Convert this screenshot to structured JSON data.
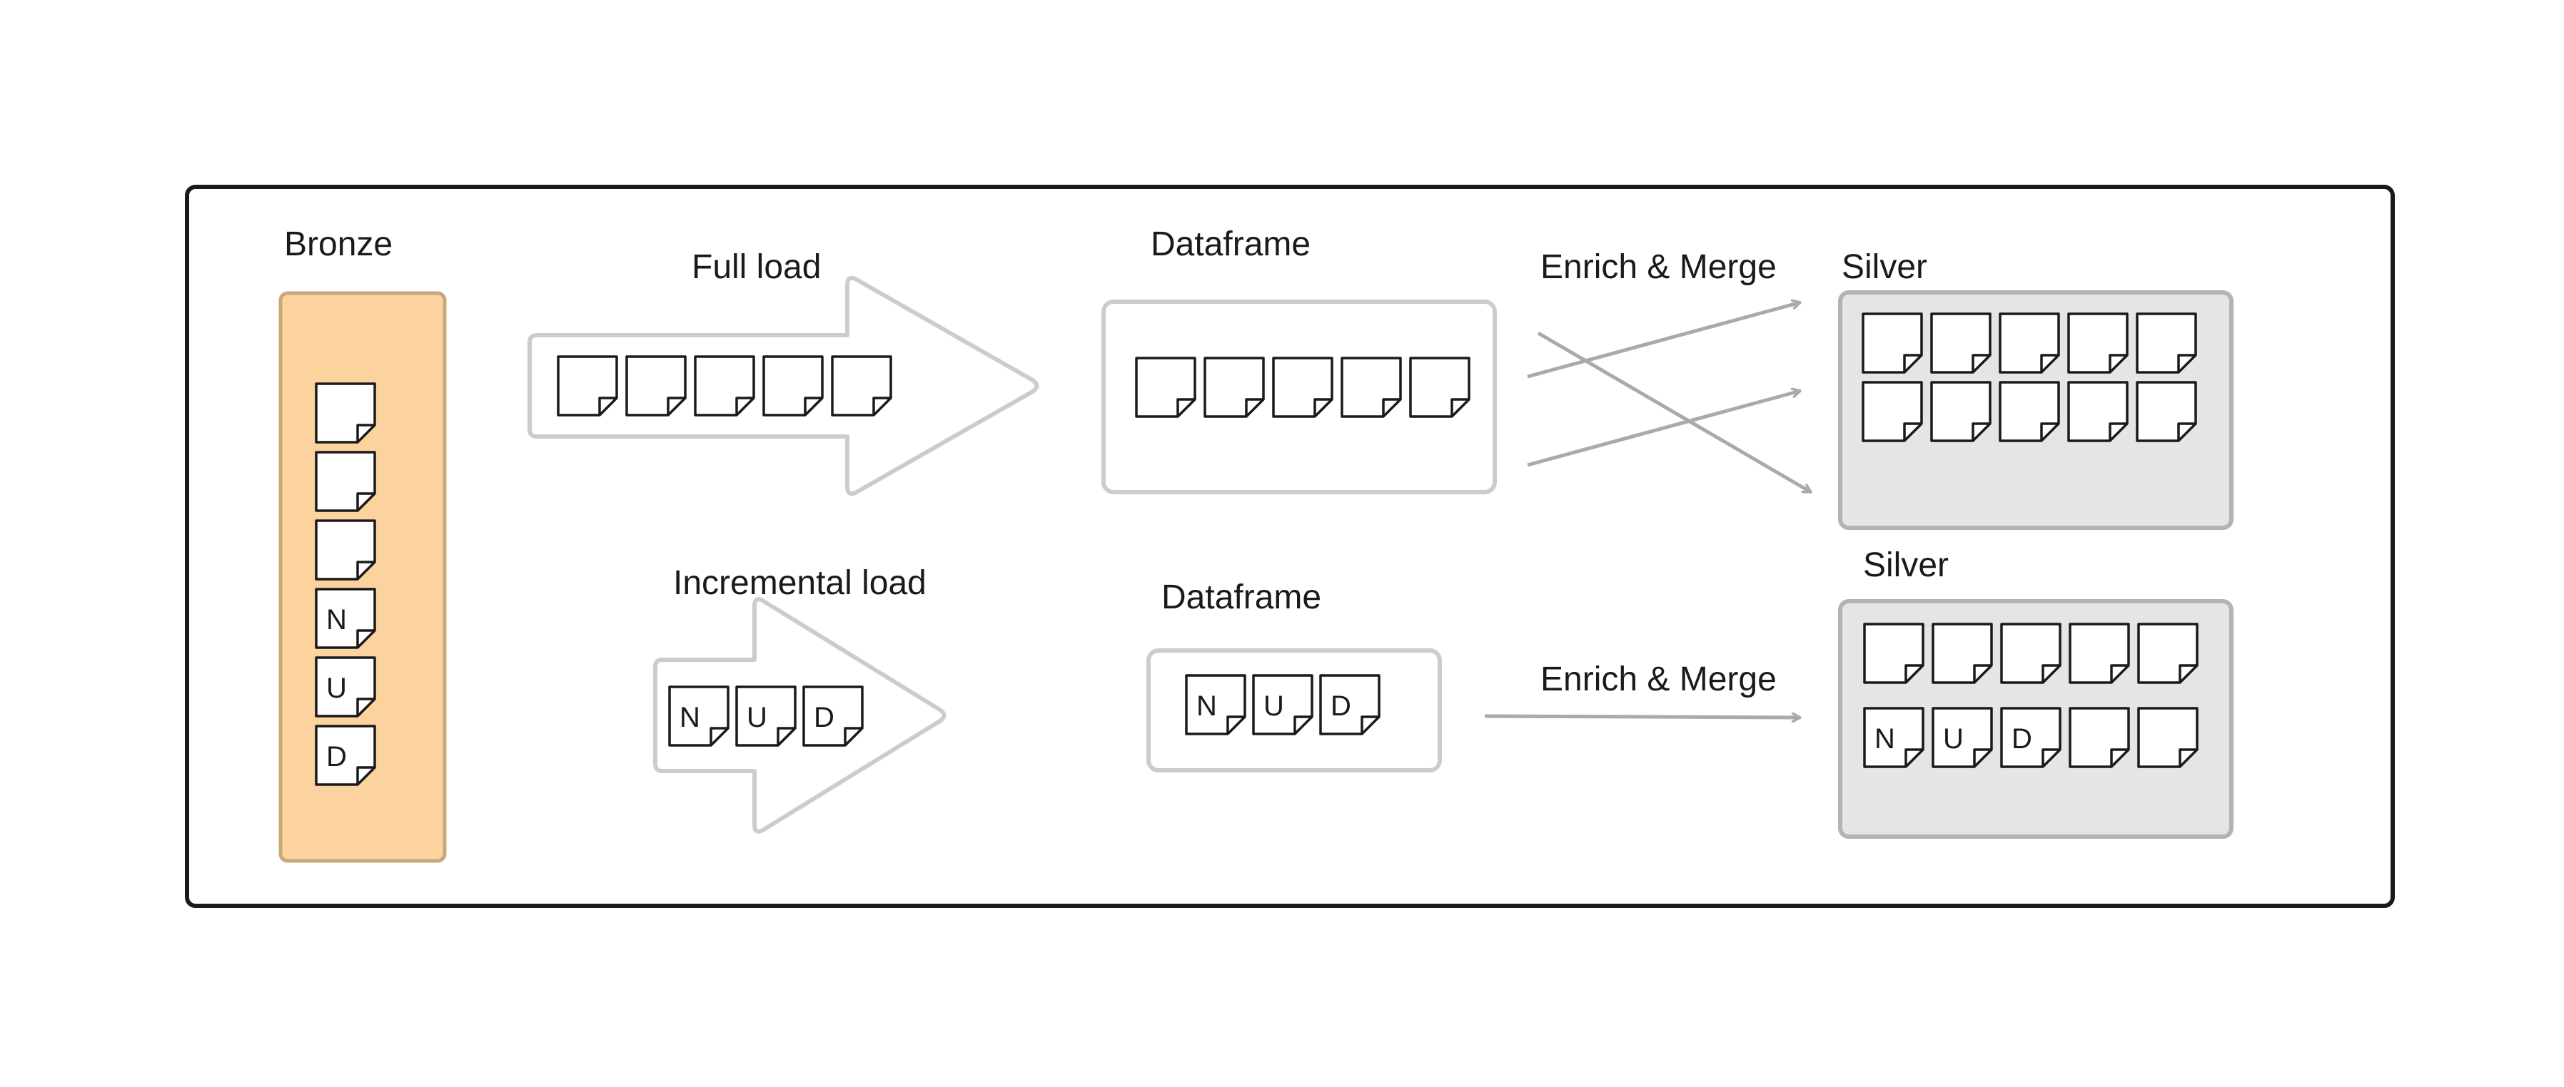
{
  "labels": {
    "bronze": "Bronze",
    "full_load": "Full load",
    "incremental_load": "Incremental load",
    "dataframe_top": "Dataframe",
    "dataframe_bottom": "Dataframe",
    "enrich_merge_top": "Enrich & Merge",
    "enrich_merge_bottom": "Enrich & Merge",
    "silver_top": "Silver",
    "silver_bottom": "Silver"
  },
  "bronze_docs": [
    "",
    "",
    "",
    "N",
    "U",
    "D"
  ],
  "full_load_docs": [
    "",
    "",
    "",
    "",
    ""
  ],
  "incremental_docs": [
    "N",
    "U",
    "D"
  ],
  "dataframe_top_docs": [
    "",
    "",
    "",
    "",
    ""
  ],
  "dataframe_bottom_docs": [
    "N",
    "U",
    "D"
  ],
  "silver_top_rows": [
    [
      "",
      "",
      "",
      "",
      ""
    ],
    [
      "",
      "",
      "",
      "",
      ""
    ]
  ],
  "silver_bottom_rows": [
    [
      "",
      "",
      "",
      "",
      ""
    ],
    [
      "N",
      "U",
      "D",
      "",
      ""
    ]
  ],
  "colors": {
    "frame": "#1a1a1a",
    "bronze_fill": "#fcd39f",
    "bronze_border": "#c9a77c",
    "arrow_outline": "#cccccc",
    "dataframe_border": "#cccccc",
    "silver_fill": "#e5e5e5",
    "silver_border": "#b3b3b3",
    "connector": "#aaaaaa",
    "doc_stroke": "#1a1a1a",
    "doc_fill": "#ffffff"
  }
}
